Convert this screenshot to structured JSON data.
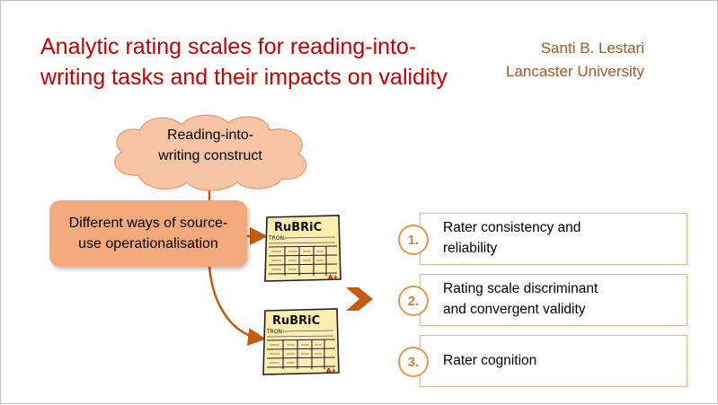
{
  "title": "Analytic rating scales for reading-into-writing tasks and their impacts on validity",
  "author": {
    "name": "Santi B. Lestari",
    "affiliation": "Lancaster University"
  },
  "construct": {
    "line1": "Reading-into-",
    "line2": "writing construct"
  },
  "source_use": {
    "line1": "Different ways of source-",
    "line2": "use operationalisation"
  },
  "rubric": {
    "label": "RuBRiC",
    "sub": "TRON:",
    "mark": "A+"
  },
  "outcomes": [
    {
      "number": "1.",
      "line1": "Rater consistency and",
      "line2": "reliability"
    },
    {
      "number": "2.",
      "line1": "Rating scale discriminant",
      "line2": "and convergent validity"
    },
    {
      "number": "3.",
      "line1": "Rater cognition",
      "line2": ""
    }
  ],
  "colors": {
    "title": "#c00000",
    "author": "#9a5a2a",
    "cloud_fill": "#f8c4a6",
    "box_fill": "#f3a97c",
    "arrow": "#c55a11",
    "badge": "#e3974f",
    "rubric_paper": "#fdeeb0"
  }
}
